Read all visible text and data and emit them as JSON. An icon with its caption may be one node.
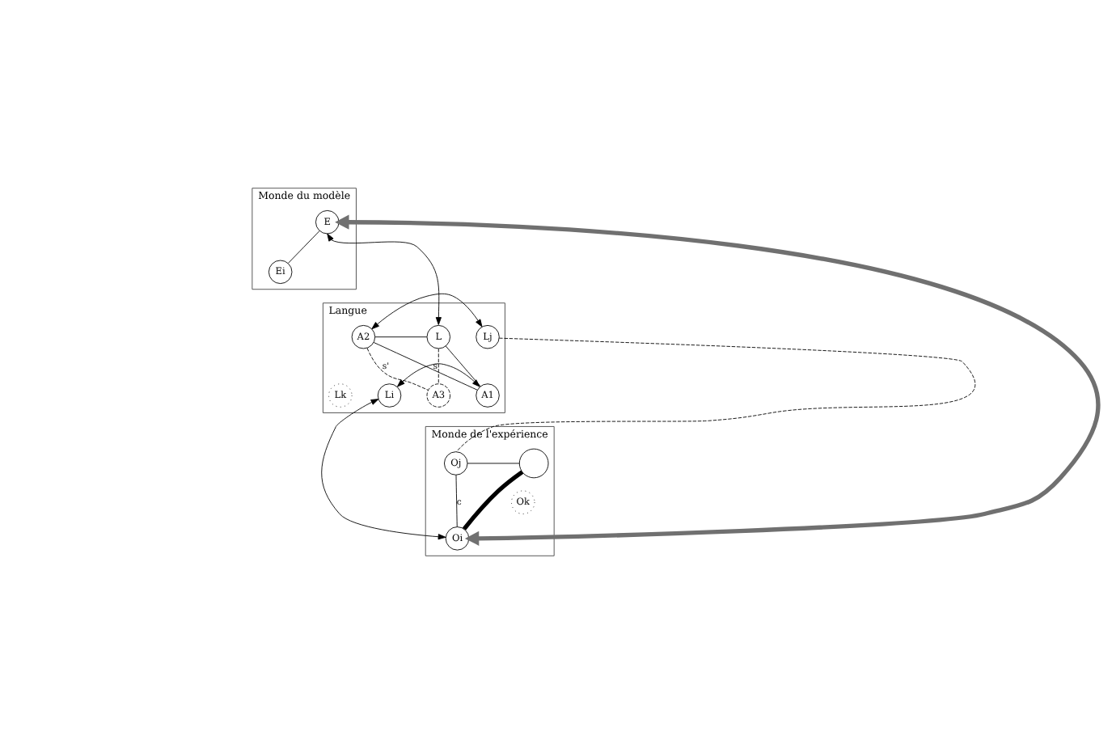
{
  "diagram": {
    "nodes": [
      {
        "text": [
          "Monde du modèle"
        ]
      },
      {
        "text": [
          "E"
        ],
        "in": 0
      },
      {
        "text": [
          "Ei"
        ],
        "in": 0
      },
      {
        "text": [
          "Langue"
        ]
      },
      {
        "text": [
          "L"
        ],
        "in": 3
      },
      {
        "text": [
          "A3"
        ],
        "in": 3
      },
      {
        "text": [
          "Lk"
        ],
        "in": 3
      },
      {
        "text": [
          "A2"
        ],
        "in": 3
      },
      {
        "text": [
          "Lj"
        ],
        "in": 3
      },
      {
        "text": [
          "A1"
        ],
        "in": 3
      },
      {
        "text": [
          "Li"
        ],
        "in": 3
      },
      {
        "text": [
          "Monde de l'expérience"
        ]
      },
      {
        "text": [
          "Ok"
        ],
        "in": 11
      },
      {
        "text": [],
        "shape": "circle",
        "in": 11
      },
      {
        "text": [
          "Oj"
        ],
        "in": 11
      },
      {
        "text": [
          "Oi"
        ],
        "in": 11
      }
    ],
    "edges": [
      {
        "from": 1,
        "to": 2,
        "arrow": "none"
      },
      {
        "from": 1,
        "to": 4,
        "arrow": "both"
      },
      {
        "from": 4,
        "to": 5,
        "arrow": "none",
        "style": "dashed"
      },
      {
        "from": 4,
        "to": 7,
        "arrow": "none"
      },
      {
        "from": 4,
        "to": 9,
        "arrow": "none"
      },
      {
        "from": 7,
        "to": 5,
        "arrow": "none",
        "style": "dashed",
        "label": "s'"
      },
      {
        "from": 7,
        "to": 8,
        "arrow": "both"
      },
      {
        "from": 9,
        "to": 7,
        "arrow": "none",
        "label": "s"
      },
      {
        "from": 9,
        "to": 10,
        "arrow": "both"
      },
      {
        "from": 10,
        "to": 15,
        "arrow": "both"
      },
      {
        "from": 8,
        "to": 14,
        "arrow": "none",
        "style": "dashed"
      },
      {
        "from": 13,
        "to": 14,
        "arrow": "none"
      },
      {
        "from": 13,
        "to": 15,
        "arrow": "none",
        "style": "thick"
      },
      {
        "from": 14,
        "to": 15,
        "arrow": "none",
        "label": "c"
      },
      {
        "from": 15,
        "to": 1,
        "arrow": "both",
        "style": "thick",
        "color": "#707070"
      }
    ]
  }
}
